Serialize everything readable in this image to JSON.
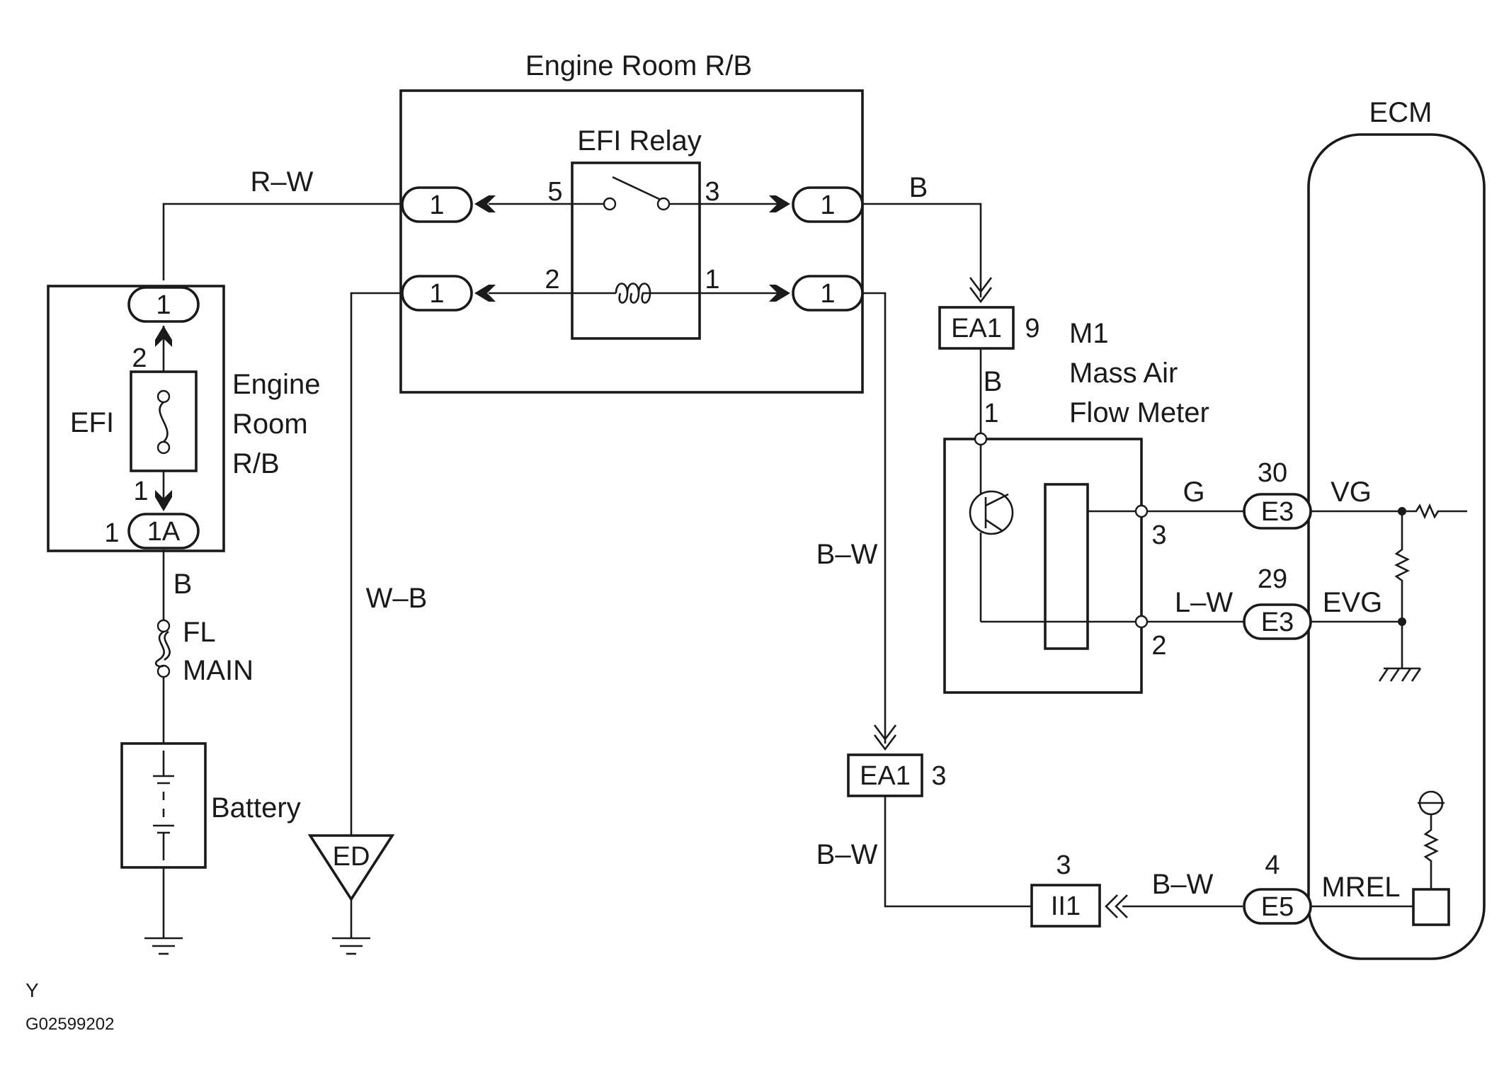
{
  "components": {
    "engine_room_rb_top": "Engine Room R/B",
    "efi_relay": "EFI Relay",
    "ecm": "ECM",
    "efi_fuse": "EFI",
    "engine_room_rb_left": [
      "Engine",
      "Room",
      "R/B"
    ],
    "fusible_link": [
      "FL",
      "MAIN"
    ],
    "battery": "Battery",
    "ground_ed": "ED",
    "mass_air_flow_meter": [
      "M1",
      "Mass Air",
      "Flow Meter"
    ]
  },
  "connectors": {
    "rb_left_top": "1",
    "rb_left_bottom": "1",
    "rb_right_top": "1",
    "rb_right_bottom": "1",
    "efi_top": "1",
    "efi_bottom": "1A",
    "ea1_upper": "EA1",
    "ea1_lower": "EA1",
    "ii1": "II1",
    "e3_vg": "E3",
    "e3_evg": "E3",
    "e5": "E5"
  },
  "pins": {
    "relay_5": "5",
    "relay_3": "3",
    "relay_2": "2",
    "relay_1": "1",
    "fuse_2": "2",
    "fuse_1": "1",
    "efi_1a_pin": "1",
    "ea1_upper_pin": "9",
    "maf_1": "1",
    "maf_3": "3",
    "maf_2": "2",
    "ea1_lower_pin": "3",
    "ii1_pin": "3",
    "e3_vg_pin": "30",
    "e3_evg_pin": "29",
    "e5_pin": "4"
  },
  "wire_colors": {
    "rw": "R–W",
    "b_relay_out": "B",
    "b_maf": "B",
    "b_efi": "B",
    "wb": "W–B",
    "bw_upper": "B–W",
    "bw_lower": "B–W",
    "bw_bottom": "B–W",
    "g": "G",
    "lw": "L–W"
  },
  "ecm_terminals": {
    "vg": "VG",
    "evg": "EVG",
    "mrel": "MREL"
  },
  "footer": {
    "letter": "Y",
    "code": "G02599202"
  }
}
